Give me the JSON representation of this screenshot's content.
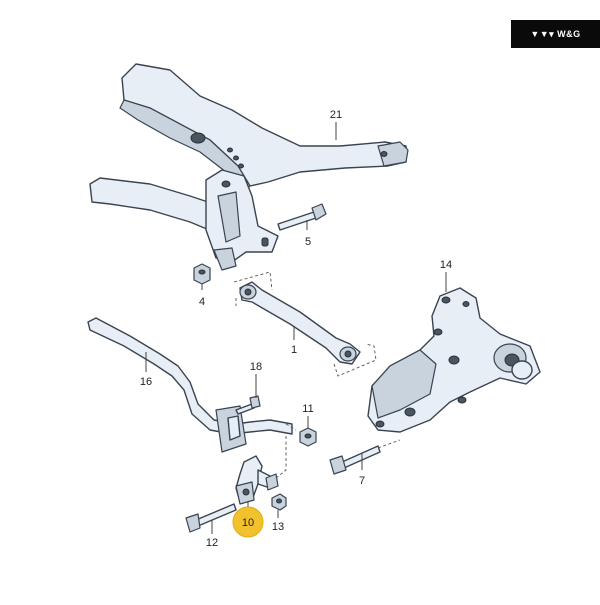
{
  "brand": {
    "logo_text": "W&G",
    "logo_mark": "▼▼▾"
  },
  "callouts": {
    "c21": "21",
    "c5": "5",
    "c4": "4",
    "c14": "14",
    "c1": "1",
    "c16": "16",
    "c18": "18",
    "c11": "11",
    "c7": "7",
    "c10": "10",
    "c12": "12",
    "c13": "13"
  },
  "highlight": {
    "part": "10",
    "color": "#f2c12e"
  }
}
